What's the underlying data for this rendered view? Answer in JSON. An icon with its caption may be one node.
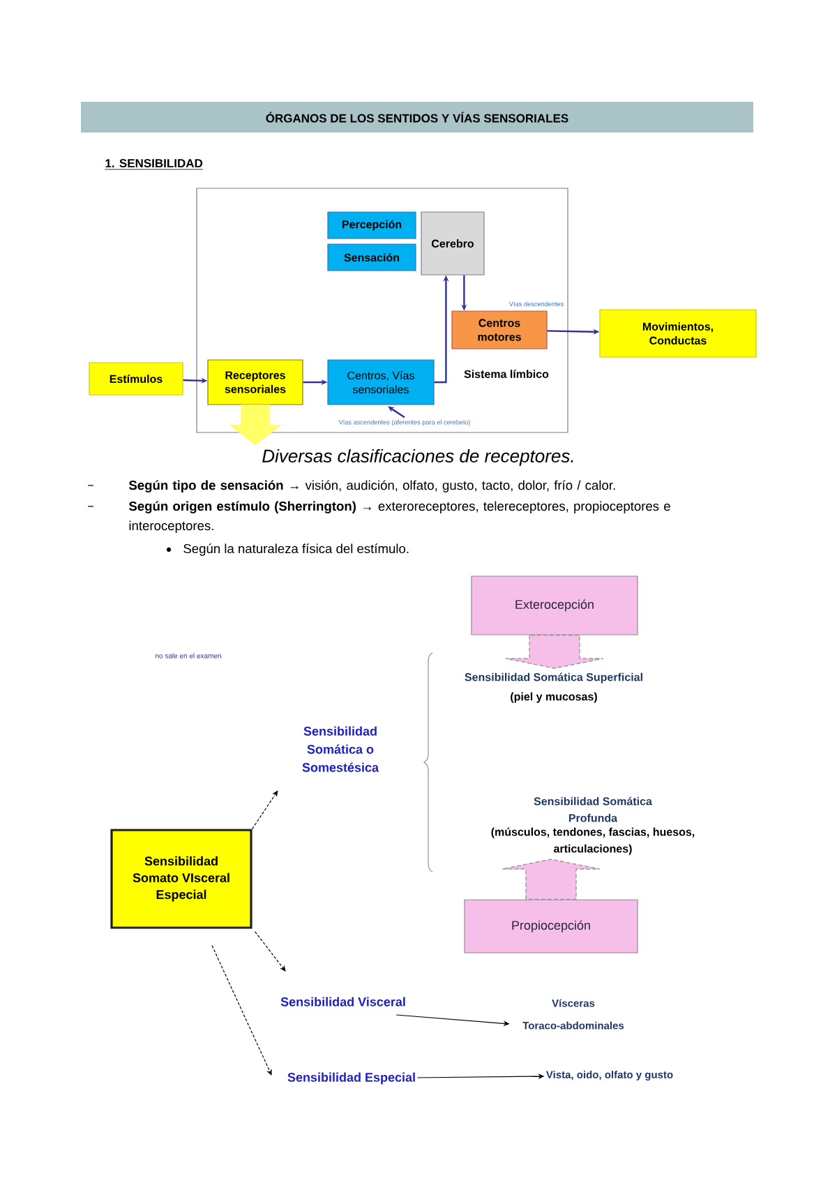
{
  "diagram": {
    "title": "ÓRGANOS DE LOS SENTIDOS Y VÍAS SENSORIALES",
    "nodes": [
      {
        "text": [
          "Estímulos"
        ]
      },
      {
        "text": [],
        "shape": "box"
      },
      {
        "text": [
          "Percepción"
        ],
        "in": 1
      },
      {
        "text": [
          "Sensación"
        ],
        "in": 1
      },
      {
        "text": [
          "Cerebro"
        ],
        "in": 1
      },
      {
        "text": [
          "Receptores sensoriales"
        ],
        "in": 1
      },
      {
        "text": [
          "Centros, Vías sensoriales"
        ],
        "in": 1
      },
      {
        "text": [
          "Centros motores"
        ],
        "in": 1,
        "beside": [
          "Vías descendentes"
        ]
      },
      {
        "text": [
          "Movimientos, Conductas"
        ]
      },
      {
        "text": [
          "Sensibilidad Somato VIsceral Especial"
        ]
      },
      {
        "text": [
          "Sensibilidad Somática o Somestésica"
        ]
      },
      {
        "text": [
          "Sensibilidad Visceral"
        ]
      },
      {
        "text": [
          "Sensibilidad Especial"
        ]
      },
      {
        "text": [
          "Exterocepción"
        ]
      },
      {
        "text": [
          "Sensibilidad Somática Superficial",
          "(piel y mucosas)"
        ]
      },
      {
        "text": [
          "Sensibilidad Somática Profunda",
          "(músculos, tendones, fascias, huesos, articulaciones)"
        ]
      },
      {
        "text": [
          "Propiocepción"
        ]
      },
      {
        "text": [
          "Vísceras Toraco-abdominales"
        ]
      },
      {
        "text": [
          "Vista, oido, olfato y gusto"
        ]
      },
      {
        "text": [
          "Diversas clasificaciones de receptores."
        ]
      },
      {
        "text": [
          "Vías ascendentes (aferentes para el cerebelo)"
        ],
        "in": 1
      }
    ],
    "edges": [
      {
        "from": 0,
        "to": 5,
        "arrow": "to"
      },
      {
        "from": 5,
        "to": 6,
        "arrow": "to"
      },
      {
        "from": 6,
        "to": 4,
        "arrow": "to"
      },
      {
        "from": 4,
        "to": 7,
        "arrow": "to"
      },
      {
        "from": 7,
        "to": 8,
        "arrow": "to"
      },
      {
        "from": 5,
        "to": 19,
        "arrow": "to",
        "style": "thick",
        "color": "#ffff66"
      },
      {
        "from": 20,
        "to": 6,
        "arrow": "to"
      },
      {
        "from": 13,
        "to": 14,
        "arrow": "to",
        "style": "thick",
        "color": "#f6bfe9"
      },
      {
        "from": 16,
        "to": 15,
        "arrow": "to",
        "style": "thick",
        "color": "#f6bfe9"
      },
      {
        "from": 9,
        "to": 10,
        "arrow": "to",
        "style": "dashed",
        "color": "#000000"
      },
      {
        "from": 9,
        "to": 11,
        "arrow": "to",
        "style": "dashed",
        "color": "#000000"
      },
      {
        "from": 9,
        "to": 12,
        "arrow": "to",
        "style": "dashed",
        "color": "#000000"
      },
      {
        "from": 11,
        "to": 17,
        "arrow": "to",
        "color": "#000000"
      },
      {
        "from": 12,
        "to": 18,
        "arrow": "to",
        "color": "#000000"
      }
    ],
    "labels": [
      "1. SENSIBILIDAD",
      "Sistema límbico",
      "**Según tipo de sensación** → visión, audición, olfato, gusto, tacto, dolor, frío / calor.",
      "**Según origen estímulo (Sherrington)** → exteroreceptores, telereceptores, propioceptores e interoceptores.",
      "Según la naturaleza física del estímulo.",
      "no sale en el examen"
    ]
  }
}
